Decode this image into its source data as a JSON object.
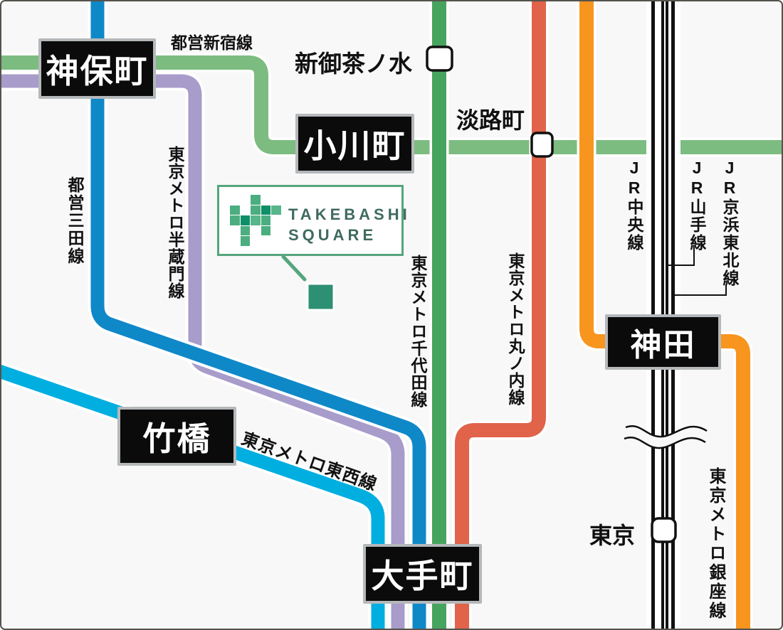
{
  "map": {
    "background": "#f7f8f7",
    "border_color": "#55534c"
  },
  "lines": {
    "toei_shinjuku": {
      "label": "都営新宿線",
      "color": "#7dbc80"
    },
    "toei_mita": {
      "label": "都営三田線",
      "color": "#0f88c8"
    },
    "hanzomon": {
      "label": "東京メトロ半蔵門線",
      "color": "#a89cca"
    },
    "chiyoda": {
      "label": "東京メトロ千代田線",
      "color": "#47a45e"
    },
    "marunouchi": {
      "label": "東京メトロ丸ノ内線",
      "color": "#e0634a"
    },
    "tozai": {
      "label": "東京メトロ東西線",
      "color": "#00aee0"
    },
    "ginza": {
      "label": "東京メトロ銀座線",
      "color": "#f7951f"
    },
    "jr_chuo": {
      "label": "JR中央線",
      "color": "#111111"
    },
    "jr_yamanote": {
      "label": "JR山手線",
      "color": "#111111"
    },
    "jr_keihin_tohoku": {
      "label": "JR京浜東北線",
      "color": "#111111"
    }
  },
  "stations": {
    "jimbocho": {
      "name": "神保町"
    },
    "ogawamachi": {
      "name": "小川町"
    },
    "shin_ochanomizu": {
      "name": "新御茶ノ水"
    },
    "awajicho": {
      "name": "淡路町"
    },
    "takebashi": {
      "name": "竹橋"
    },
    "otemachi": {
      "name": "大手町"
    },
    "kanda": {
      "name": "神田"
    },
    "tokyo": {
      "name": "東京"
    }
  },
  "brand": {
    "name_line1": "TAKEBASHI",
    "name_line2": "SQUARE",
    "text_color": "#3f6a60",
    "box_border_color": "#55a57d",
    "marker_color": "#2d9073",
    "pixel_colors": {
      "m": "#4cae80",
      "d": "#0f8f68",
      "l": "#58b68b"
    },
    "pixel_cells": [
      [
        0,
        2,
        "m"
      ],
      [
        1,
        0,
        "m"
      ],
      [
        1,
        2,
        "m"
      ],
      [
        1,
        3,
        "d"
      ],
      [
        1,
        4,
        "l"
      ],
      [
        2,
        0,
        "m"
      ],
      [
        2,
        1,
        "d"
      ],
      [
        2,
        2,
        "l"
      ],
      [
        2,
        3,
        "m"
      ],
      [
        3,
        1,
        "m"
      ],
      [
        3,
        3,
        "m"
      ],
      [
        4,
        1,
        "m"
      ]
    ]
  }
}
